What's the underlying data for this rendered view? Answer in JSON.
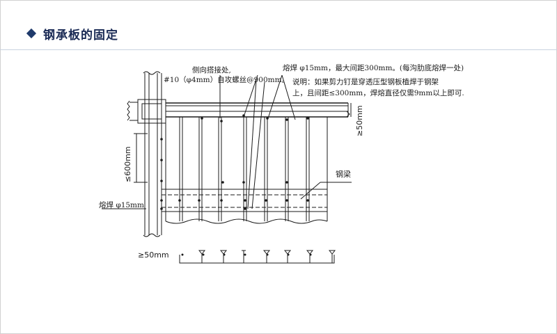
{
  "slide": {
    "title": "钢承板的固定",
    "title_color": "#1a2a55",
    "bullet_icon": "diamond-icon"
  },
  "diagram": {
    "labels": {
      "side_lap": "侧向搭接处,",
      "screw": "#10（φ4mm）自攻螺丝@900mm。",
      "weld_top": "熔焊 φ15mm，最大间距300mm。(每沟肋底熔焊一处)",
      "note_line1": "说明：如果剪力钉是穿透压型钢板植焊于钢架",
      "note_line2": "上，且间距≤300mm，焊熔直径仅需9mm以上即可.",
      "steel_beam": "钢梁",
      "weld_left": "熔焊 φ15mm",
      "dim_600": "≤600mm",
      "dim_50_right": "≥50mm",
      "dim_50_bottom": "≥50mm"
    },
    "line_color": "#1a1a1a"
  }
}
